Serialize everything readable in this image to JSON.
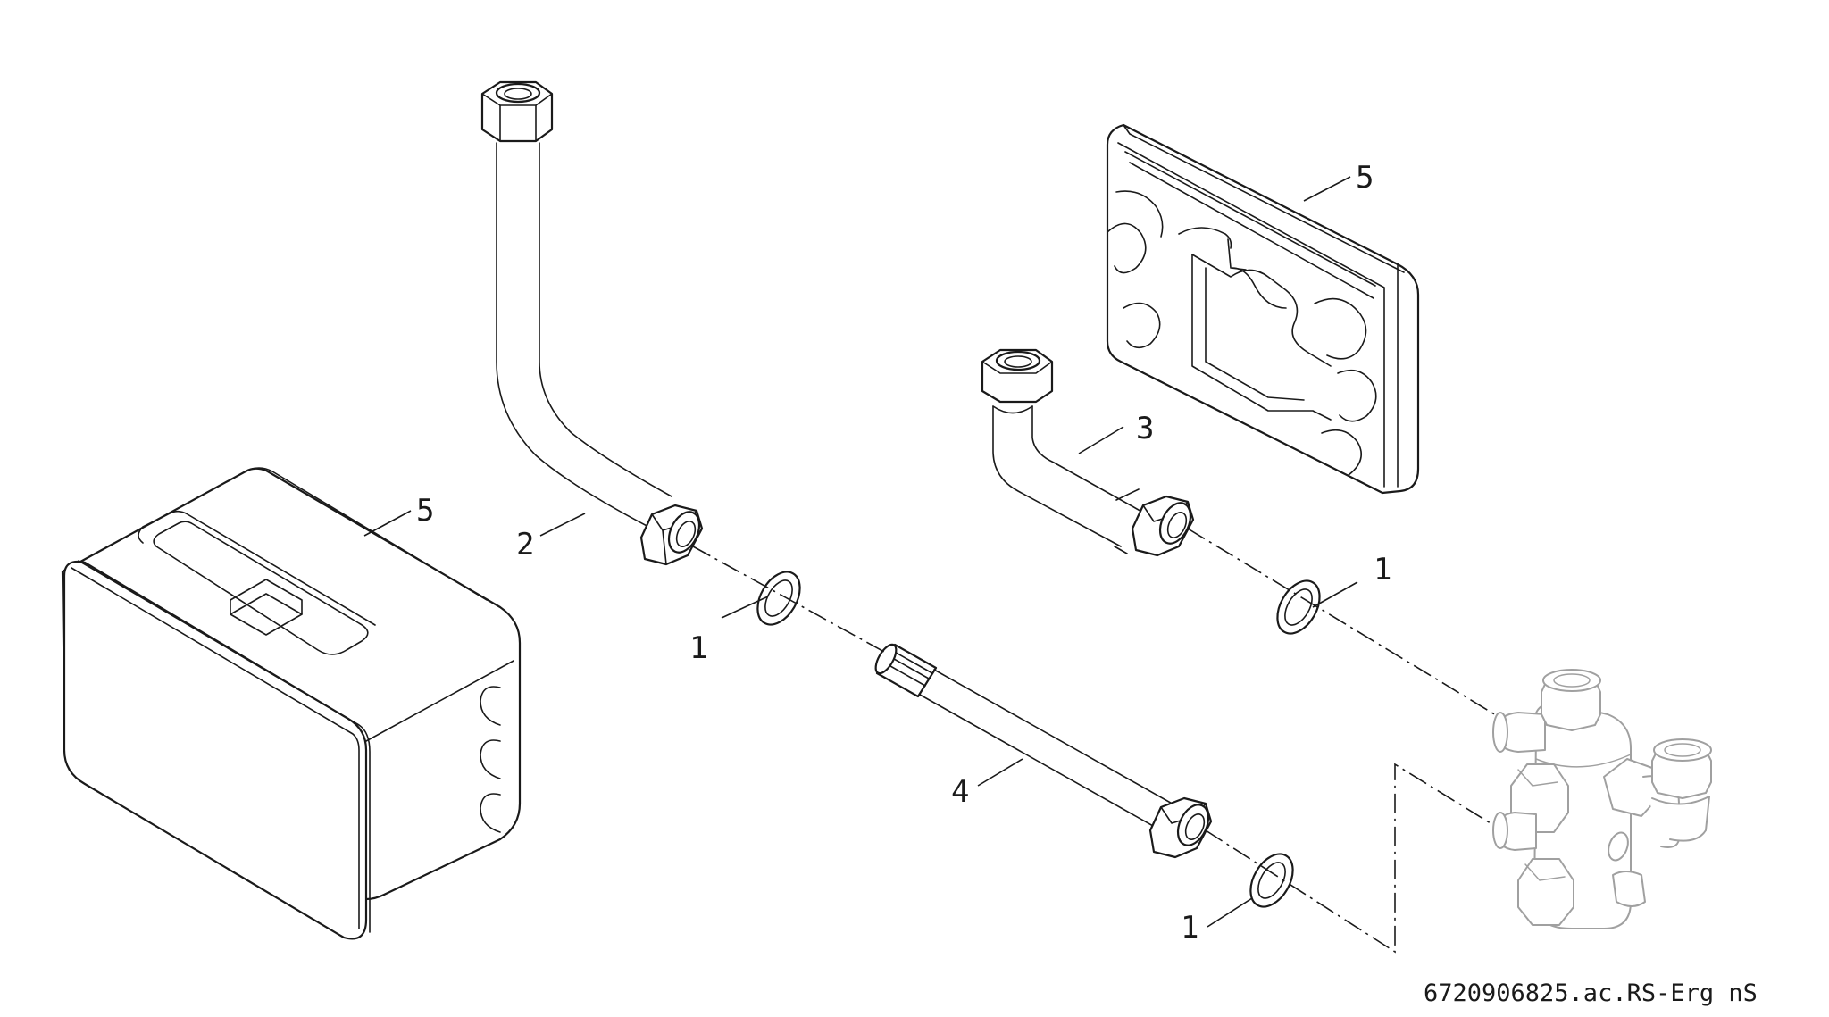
{
  "document_reference": "6720906825.ac.RS-Erg nS",
  "callouts": {
    "seal_upper_left": "1",
    "seal_upper_right": "1",
    "seal_lower": "1",
    "pipe_bent_long": "2",
    "pipe_elbow_short": "3",
    "pipe_straight": "4",
    "insulation_shell_left": "5",
    "insulation_shell_right": "5"
  }
}
